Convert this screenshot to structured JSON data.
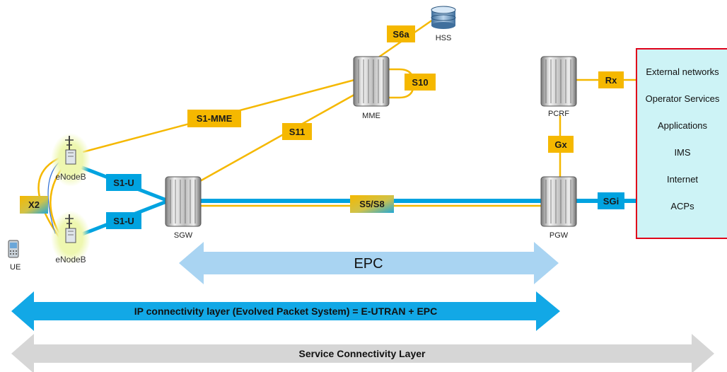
{
  "labels": {
    "s6a": "S6a",
    "s10": "S10",
    "s1_mme": "S1-MME",
    "s11": "S11",
    "s1u_top": "S1-U",
    "s1u_bottom": "S1-U",
    "x2": "X2",
    "s5s8": "S5/S8",
    "rx": "Rx",
    "gx": "Gx",
    "sgi": "SGi"
  },
  "nodes": {
    "hss": "HSS",
    "mme": "MME",
    "pcrf": "PCRF",
    "sgw": "SGW",
    "pgw": "PGW",
    "enodeb_top": "eNodeB",
    "enodeb_bottom": "eNodeB",
    "ue": "UE"
  },
  "external": {
    "items": [
      "External networks",
      "Operator Services",
      "Applications",
      "IMS",
      "Internet",
      "ACPs"
    ]
  },
  "arrows": {
    "epc": "EPC",
    "ip_layer": "IP connectivity layer (Evolved Packet System) = E-UTRAN + EPC",
    "service_layer": "Service Connectivity Layer"
  },
  "colors": {
    "interface_label": "#f5b800",
    "user_plane": "#00a3e0",
    "control_line": "#f5b800",
    "epc_arrow": "#a9d4f2",
    "ip_arrow": "#12a8e6",
    "service_arrow": "#d6d6d6",
    "external_fill": "#cdf3f6",
    "external_border": "#e0001a",
    "enodeb_glow": "#eef7b0"
  }
}
